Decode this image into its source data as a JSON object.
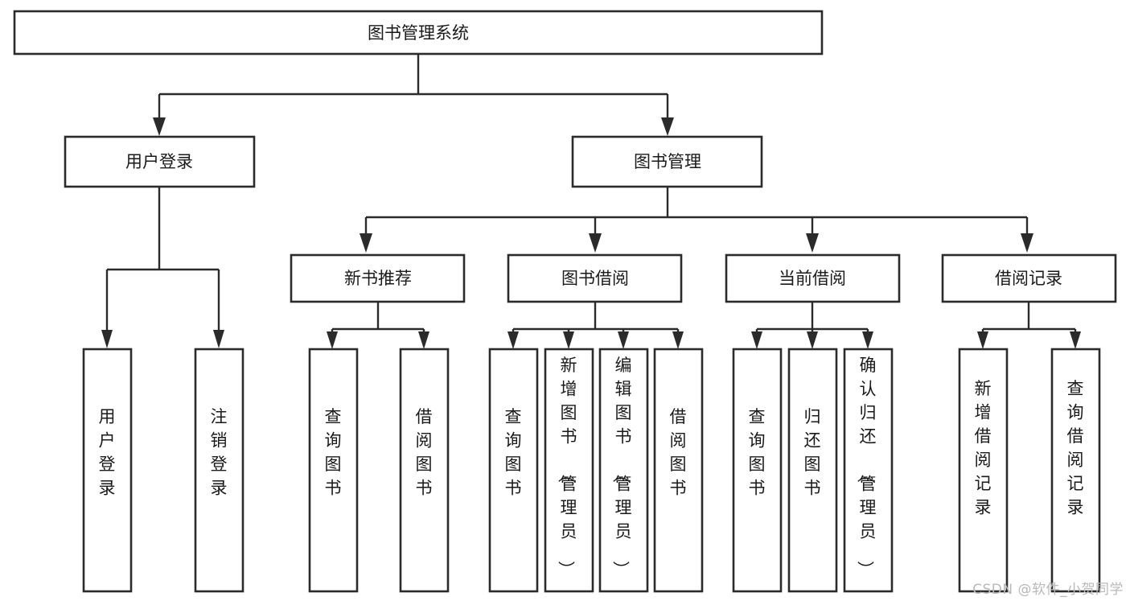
{
  "diagram": {
    "title": "图书管理系统",
    "type": "tree-hierarchy-diagram",
    "watermark": "CSDN @软件_小贺同学",
    "colors": {
      "stroke": "#2b2b2b",
      "fill": "#ffffff",
      "text": "#1a1a1a",
      "watermark": "#b9b9b9"
    },
    "nodes": {
      "root": {
        "label": "图书管理系统"
      },
      "level2": [
        {
          "id": "user-login",
          "label": "用户登录"
        },
        {
          "id": "book-manage",
          "label": "图书管理"
        }
      ],
      "level3": [
        {
          "id": "new-book-rec",
          "label": "新书推荐"
        },
        {
          "id": "book-borrow",
          "label": "图书借阅"
        },
        {
          "id": "current-borrow",
          "label": "当前借阅"
        },
        {
          "id": "borrow-record",
          "label": "借阅记录"
        }
      ],
      "leaves": {
        "user-login": [
          {
            "id": "leaf-user-login",
            "label": "用户登录"
          },
          {
            "id": "leaf-logout-login",
            "label": "注销登录"
          }
        ],
        "new-book-rec": [
          {
            "id": "leaf-query-book-1",
            "label": "查询图书"
          },
          {
            "id": "leaf-borrow-book-1",
            "label": "借阅图书"
          }
        ],
        "book-borrow": [
          {
            "id": "leaf-query-book-2",
            "label": "查询图书"
          },
          {
            "id": "leaf-add-book",
            "label": "新增图书（管理员）"
          },
          {
            "id": "leaf-edit-book",
            "label": "编辑图书（管理员）"
          },
          {
            "id": "leaf-borrow-book-2",
            "label": "借阅图书"
          }
        ],
        "current-borrow": [
          {
            "id": "leaf-query-book-3",
            "label": "查询图书"
          },
          {
            "id": "leaf-return-book",
            "label": "归还图书"
          },
          {
            "id": "leaf-confirm-return",
            "label": "确认归还（管理员）"
          }
        ],
        "borrow-record": [
          {
            "id": "leaf-add-record",
            "label": "新增借阅记录"
          },
          {
            "id": "leaf-query-record",
            "label": "查询借阅记录"
          }
        ]
      }
    }
  }
}
